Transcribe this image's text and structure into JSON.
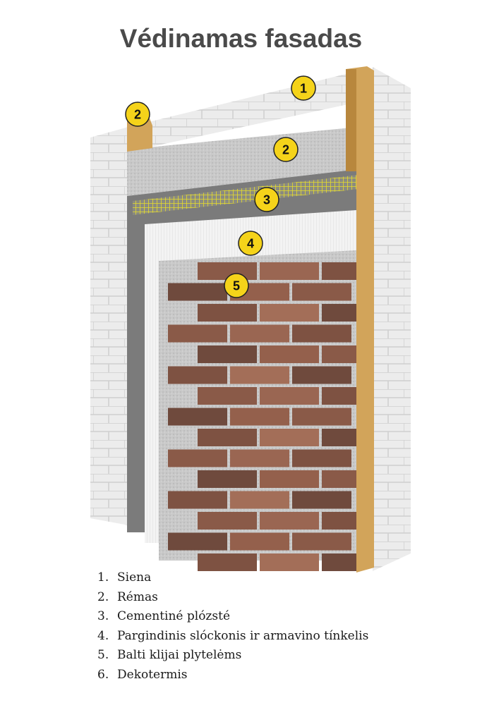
{
  "title": "Védinamas fasadas",
  "badges": [
    "1",
    "2",
    "2",
    "3",
    "4",
    "5"
  ],
  "legend": [
    {
      "num": "1.",
      "label": "Siena"
    },
    {
      "num": "2.",
      "label": "Rémas"
    },
    {
      "num": "3.",
      "label": "Cementiné plózsté"
    },
    {
      "num": "4.",
      "label": "Pargindinis slóckonis ir armavino tínkelis"
    },
    {
      "num": "5.",
      "label": "Balti klijai plytelėms"
    },
    {
      "num": "6.",
      "label": "Dekotermis"
    }
  ],
  "colors": {
    "badge": "#f5d31a",
    "brick": "#8a5a48",
    "wood": "#d2a45a",
    "wall": "#e6e6e6",
    "mesh": "#e8dc2a"
  }
}
